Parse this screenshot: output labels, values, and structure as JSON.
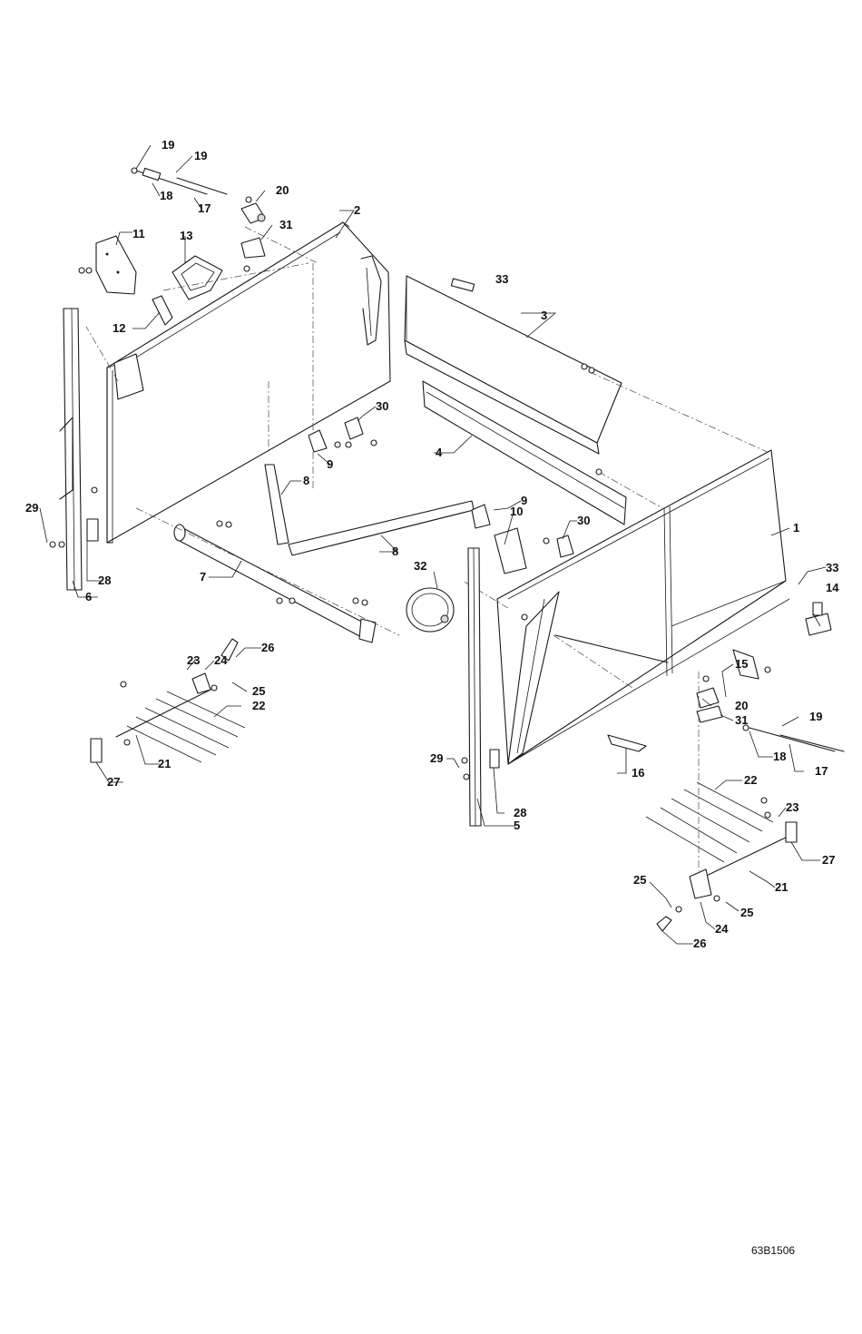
{
  "drawing": {
    "code": "63B1506",
    "callouts": [
      "1",
      "2",
      "3",
      "4",
      "5",
      "6",
      "7",
      "8",
      "9",
      "10",
      "11",
      "12",
      "13",
      "14",
      "15",
      "16",
      "17",
      "18",
      "19",
      "20",
      "21",
      "22",
      "23",
      "24",
      "25",
      "26",
      "27",
      "28",
      "29",
      "30",
      "31",
      "32",
      "33"
    ]
  }
}
